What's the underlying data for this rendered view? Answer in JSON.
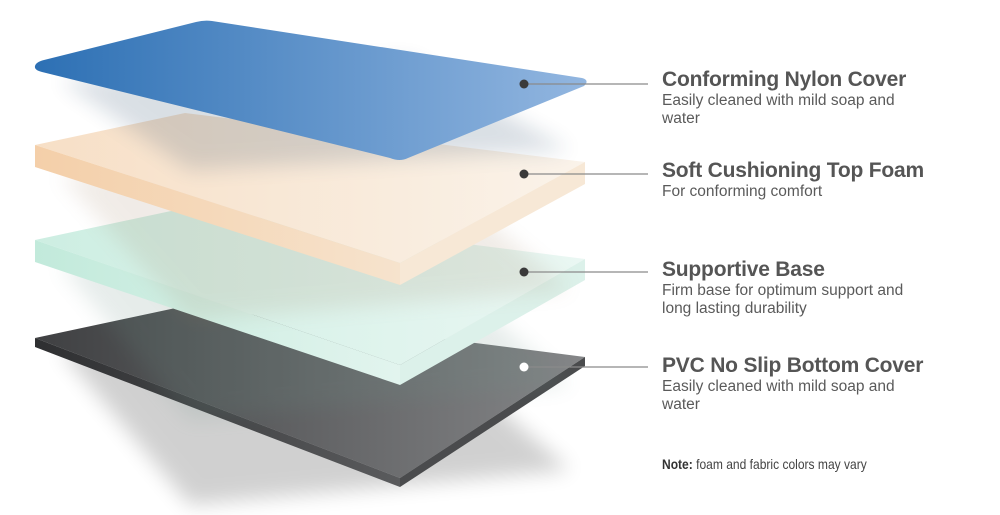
{
  "layers": [
    {
      "title": "Conforming Nylon Cover",
      "description": "Easily cleaned with mild soap and water"
    },
    {
      "title": "Soft Cushioning Top Foam",
      "description": "For conforming comfort"
    },
    {
      "title": "Supportive Base",
      "description": "Firm base for optimum support and long lasting durability"
    },
    {
      "title": "PVC No Slip Bottom Cover",
      "description": "Easily cleaned with mild soap and water"
    }
  ],
  "note": {
    "label": "Note:",
    "text": " foam and fabric colors may vary"
  },
  "colors": {
    "cover_dark": "#2f74b8",
    "cover_light": "#8fb4df",
    "foam_top": "#f8e6d2",
    "foam_side": "#f3d2b0",
    "base_top": "#dff3ec",
    "base_side": "#c9ecdf",
    "bottom_dark": "#4a4b4d",
    "bottom_light": "#7b7c7e",
    "leader": "#888888"
  }
}
